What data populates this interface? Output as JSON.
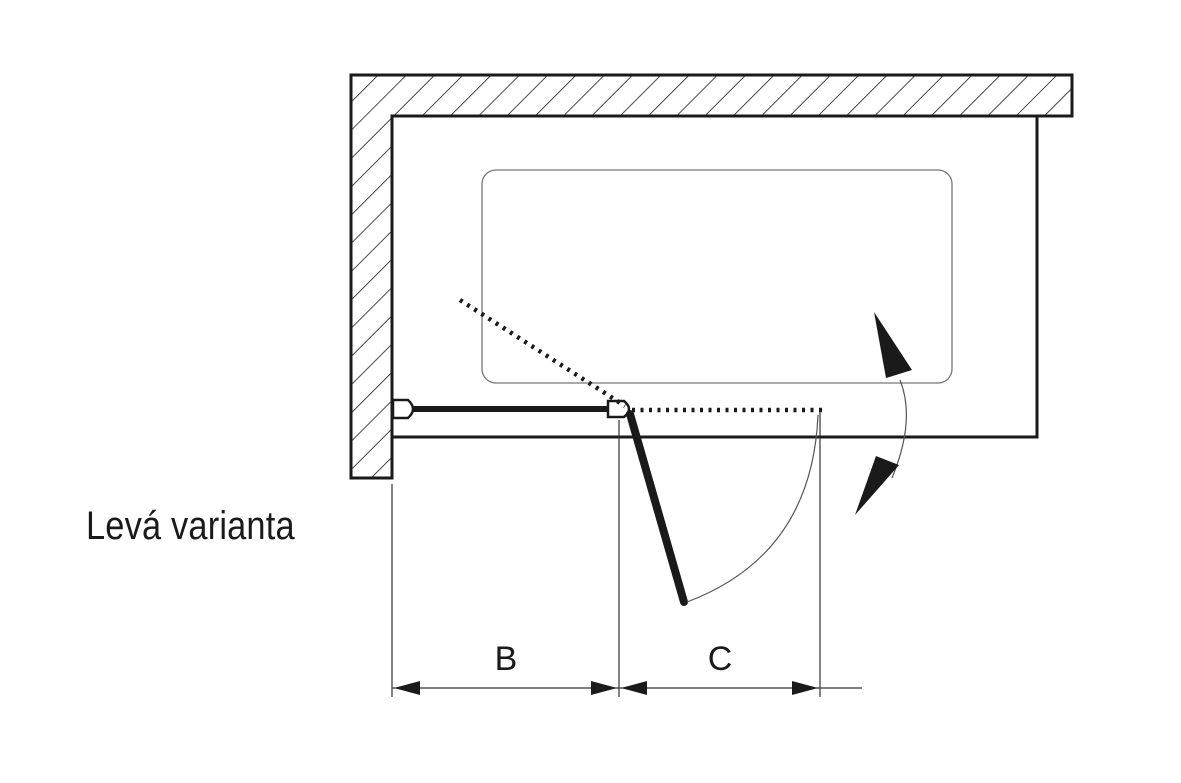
{
  "variant_label": "Levá varianta",
  "dimensions": {
    "b_label": "B",
    "c_label": "C"
  },
  "colors": {
    "line": "#1a1a1a",
    "thin_line": "#333333",
    "tub_outline": "#777777",
    "background": "#ffffff"
  }
}
